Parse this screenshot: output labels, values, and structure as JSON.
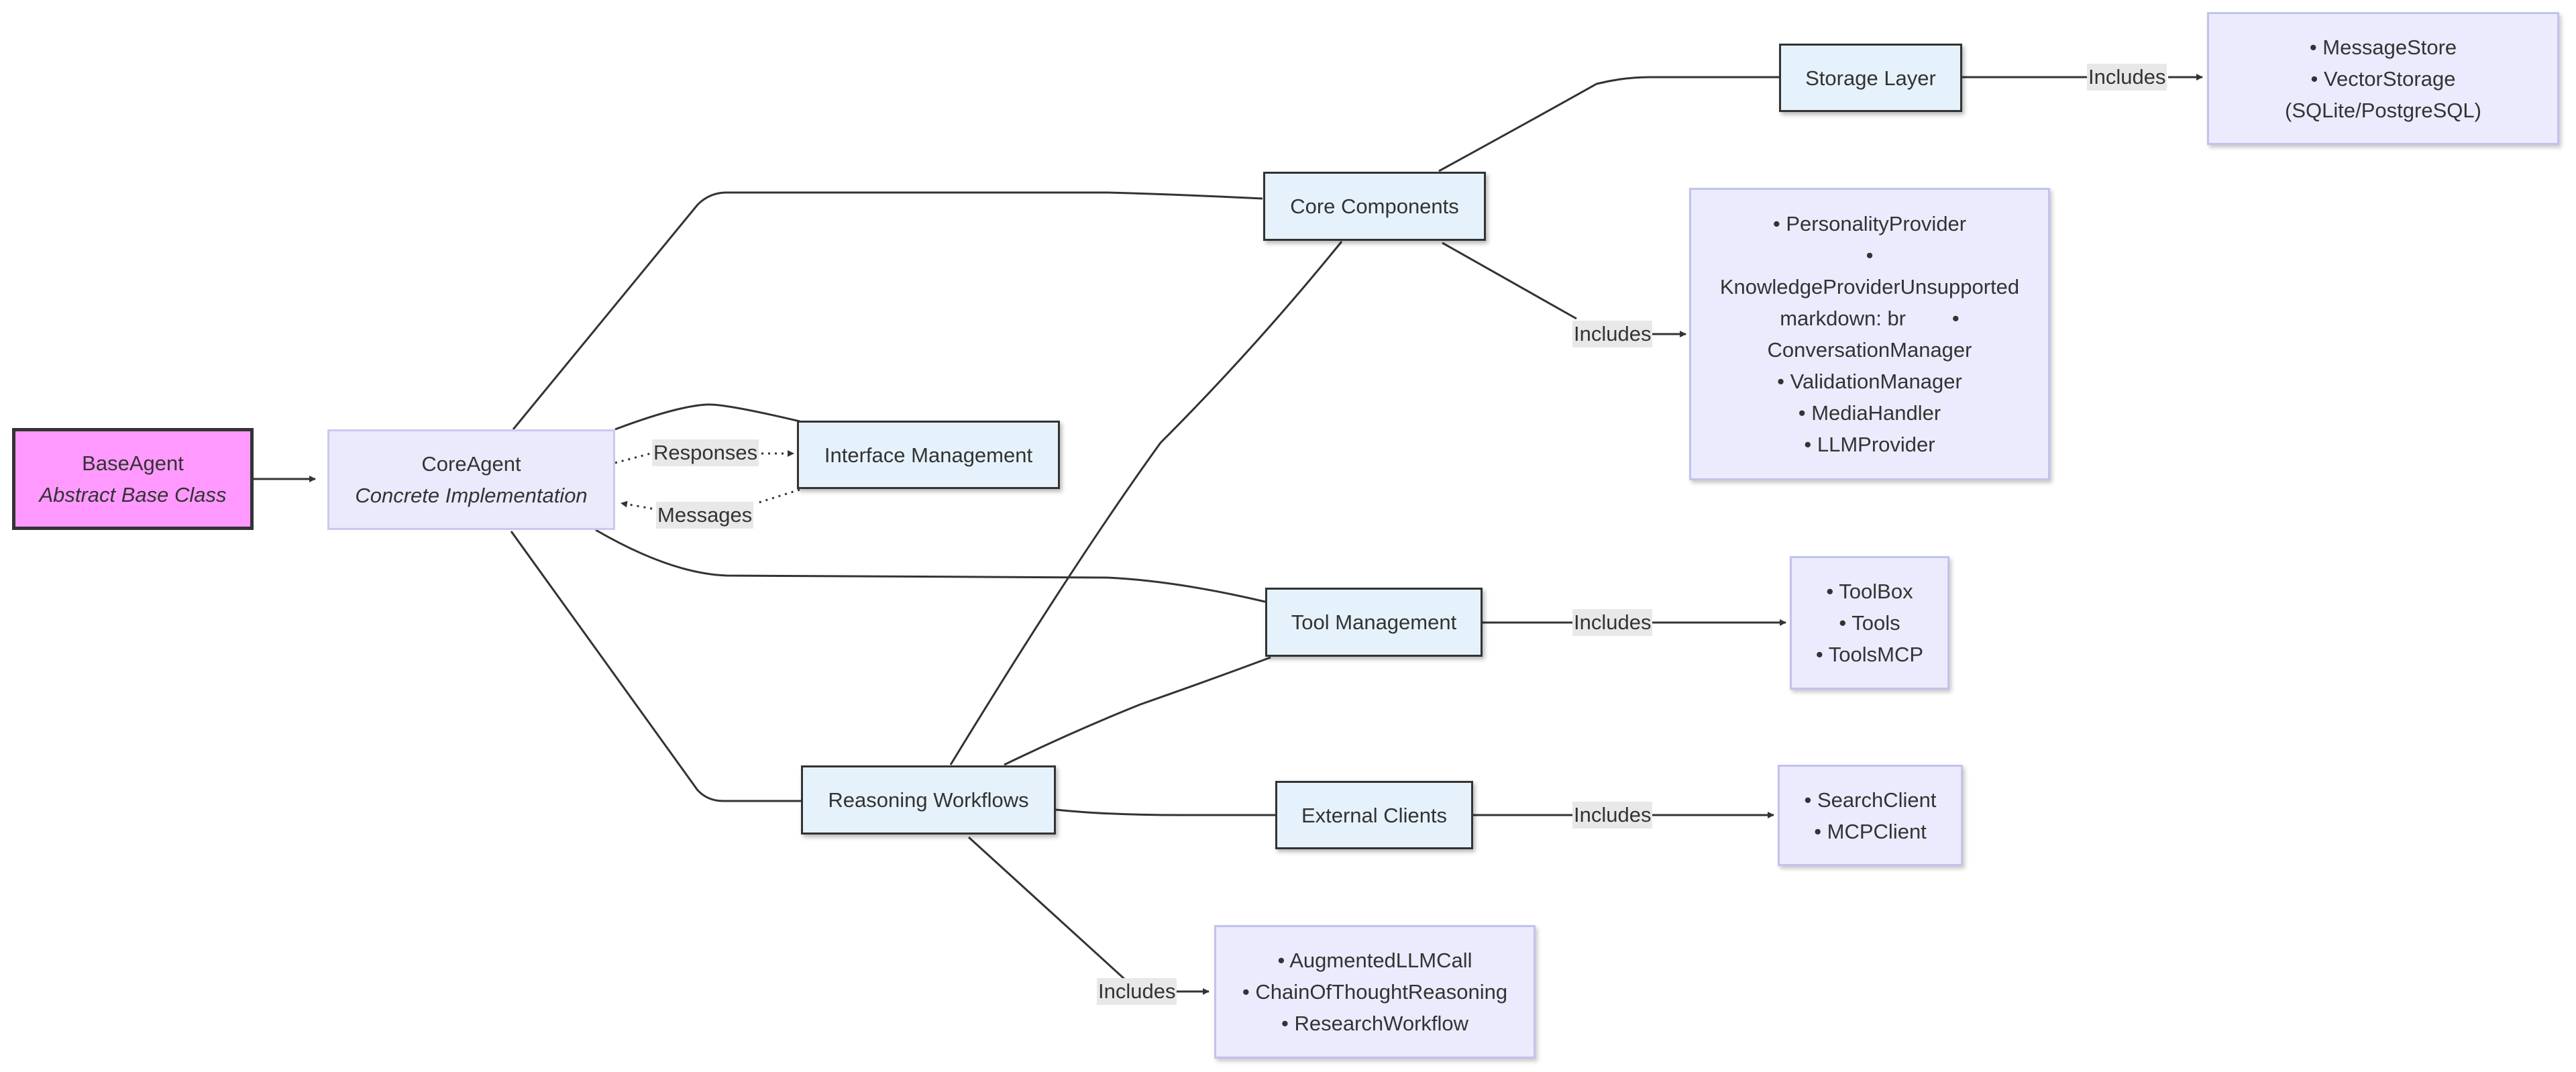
{
  "colors": {
    "base_fill": "#ff99ff",
    "core_fill": "#eaeafc",
    "component_fill": "#e6f2fb",
    "list_fill": "#ebebfd",
    "edge": "#333333",
    "edge_label_bg": "#e8e8e8"
  },
  "nodes": {
    "base_agent": {
      "name": "BaseAgent",
      "subtitle": "Abstract Base Class"
    },
    "core_agent": {
      "name": "CoreAgent",
      "subtitle": "Concrete Implementation"
    },
    "interface_management": {
      "name": "Interface Management"
    },
    "core_components": {
      "name": "Core Components"
    },
    "storage_layer": {
      "name": "Storage Layer"
    },
    "tool_management": {
      "name": "Tool Management"
    },
    "reasoning_workflows": {
      "name": "Reasoning Workflows"
    },
    "external_clients": {
      "name": "External Clients"
    }
  },
  "lists": {
    "storage": [
      "• MessageStore",
      "• VectorStorage",
      "(SQLite/PostgreSQL)"
    ],
    "components": [
      "• PersonalityProvider",
      "•",
      "KnowledgeProviderUnsupported",
      "markdown: br        •",
      "ConversationManager",
      "• ValidationManager",
      "• MediaHandler",
      "• LLMProvider"
    ],
    "tools": [
      "• ToolBox",
      "• Tools",
      "• ToolsMCP"
    ],
    "clients": [
      "• SearchClient",
      "• MCPClient"
    ],
    "workflows": [
      "• AugmentedLLMCall",
      "• ChainOfThoughtReasoning",
      "• ResearchWorkflow"
    ]
  },
  "edge_labels": {
    "responses": "Responses",
    "messages": "Messages",
    "includes": "Includes"
  }
}
